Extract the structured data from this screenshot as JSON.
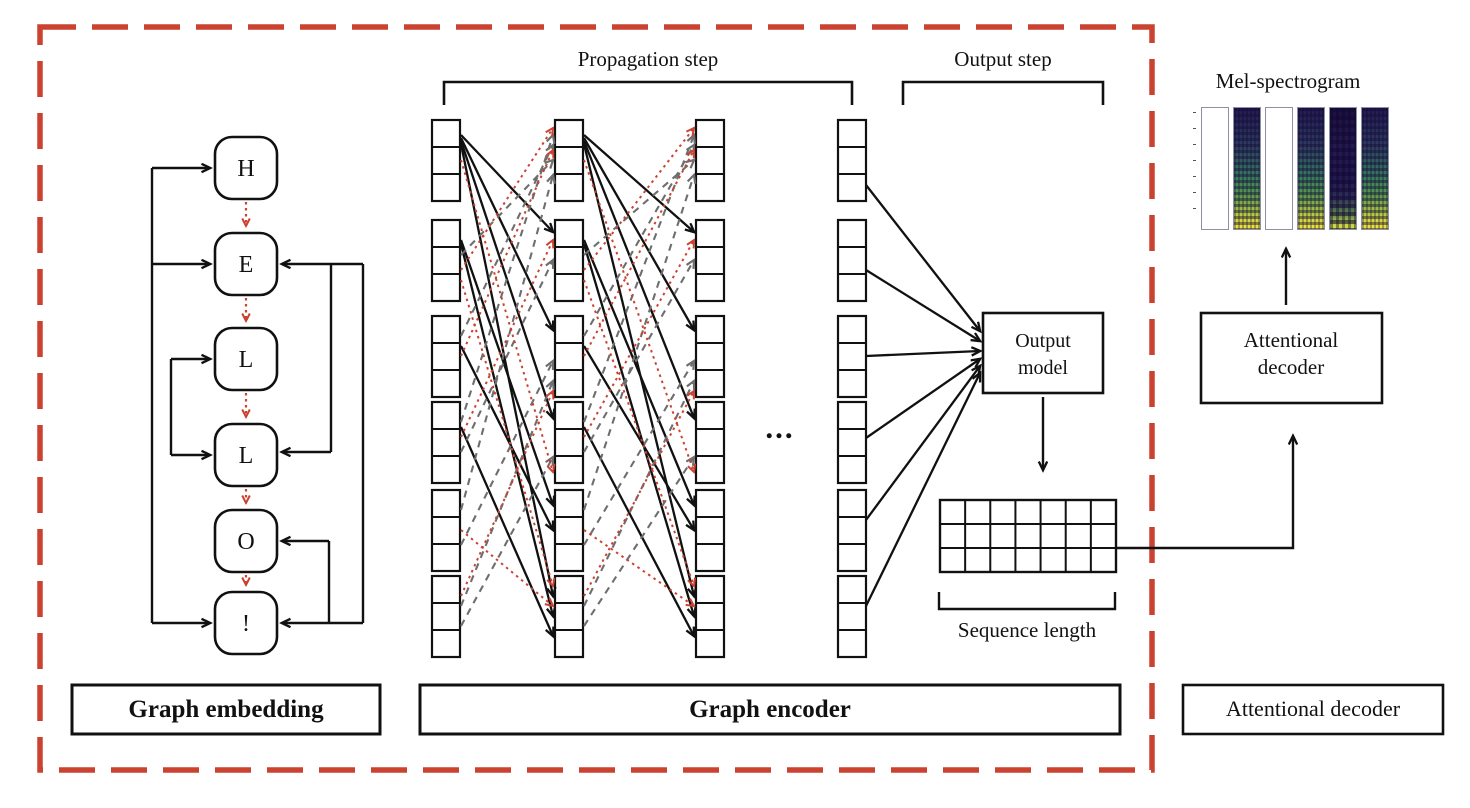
{
  "embedding": {
    "panel_label": "Graph embedding",
    "nodes": [
      "H",
      "E",
      "L",
      "L",
      "O",
      "!"
    ]
  },
  "encoder": {
    "panel_label": "Graph encoder",
    "propagation_step_label": "Propagation step",
    "output_step_label": "Output step",
    "ellipsis": "...",
    "output_model_lines": [
      "Output",
      "model"
    ],
    "sequence_length_label": "Sequence length"
  },
  "decoder": {
    "panel_label": "Attentional decoder",
    "mel_spectrogram_label": "Mel-spectrogram",
    "box_lines": [
      "Attentional",
      "decoder"
    ]
  },
  "colors": {
    "accent_red": "#cb4231",
    "edge_gray": "#6e6e6e",
    "edge_black": "#111111"
  }
}
